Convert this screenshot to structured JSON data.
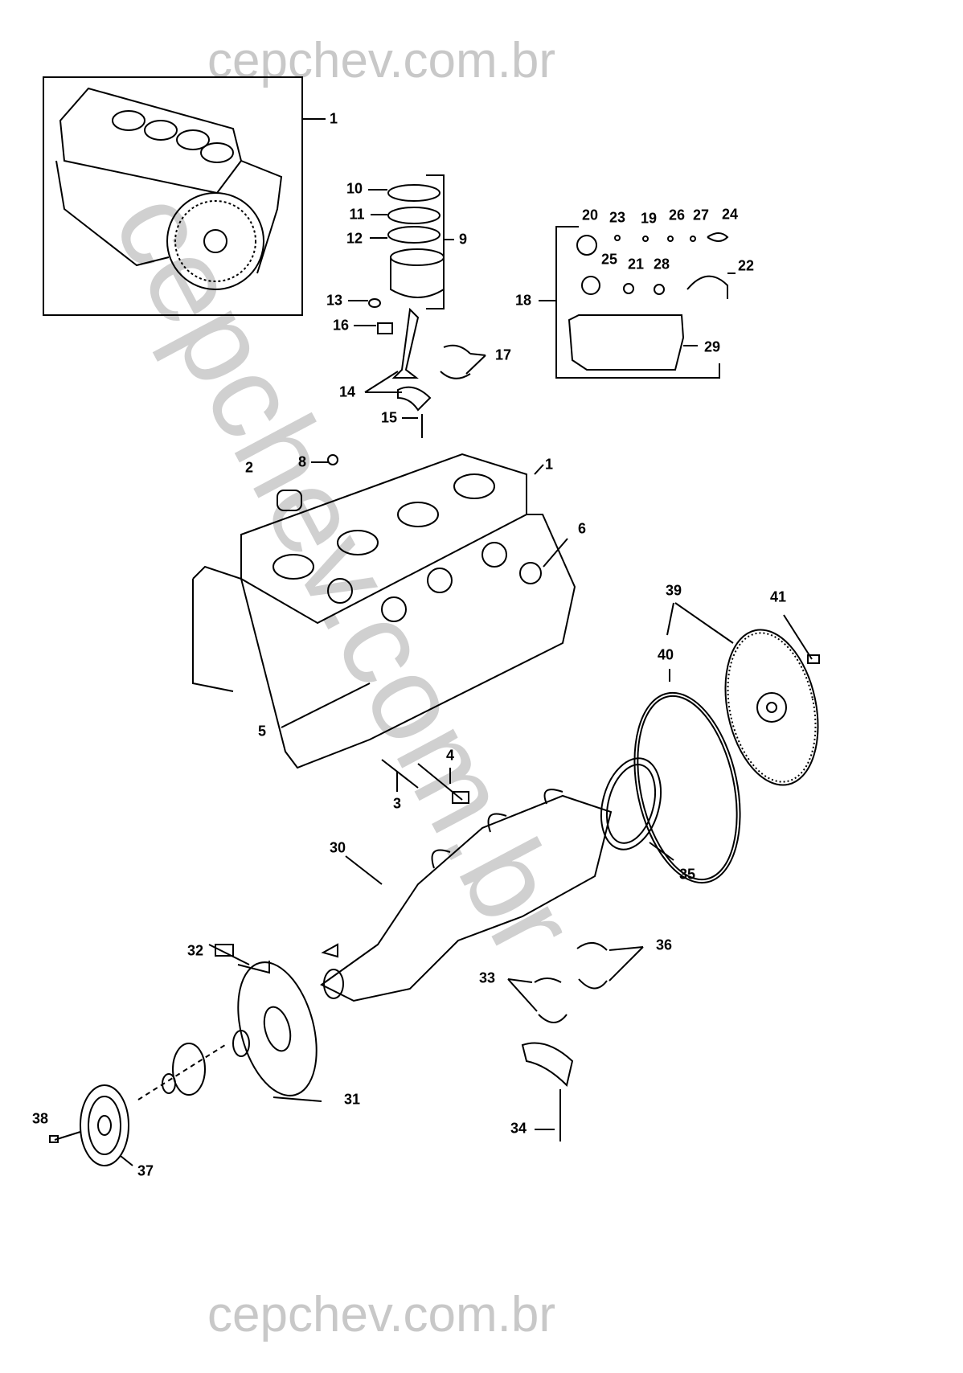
{
  "watermark": {
    "top": "cepchev.com.br",
    "bottom": "cepchev.com.br",
    "diagonal": "cepchev.com.br"
  },
  "labels": {
    "l1a": "1",
    "l1b": "1",
    "l2": "2",
    "l3": "3",
    "l4": "4",
    "l5": "5",
    "l6": "6",
    "l8": "8",
    "l9": "9",
    "l10": "10",
    "l11": "11",
    "l12": "12",
    "l13": "13",
    "l14": "14",
    "l15": "15",
    "l16": "16",
    "l17": "17",
    "l18": "18",
    "l19": "19",
    "l20": "20",
    "l21": "21",
    "l22": "22",
    "l23": "23",
    "l24": "24",
    "l25": "25",
    "l26": "26",
    "l27": "27",
    "l28": "28",
    "l29": "29",
    "l30": "30",
    "l31": "31",
    "l32": "32",
    "l33": "33",
    "l34": "34",
    "l35": "35",
    "l36": "36",
    "l37": "37",
    "l38": "38",
    "l39": "39",
    "l40": "40",
    "l41": "41"
  }
}
